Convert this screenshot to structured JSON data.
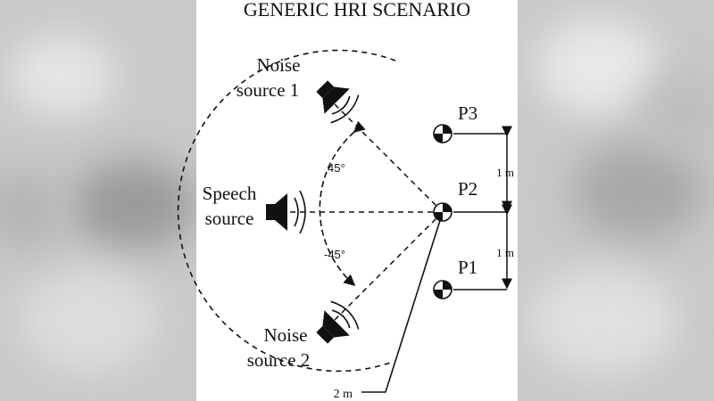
{
  "title": "GENERIC HRI SCENARIO",
  "labels": {
    "noise_source_1": [
      "Noise",
      "source 1"
    ],
    "noise_source_2": [
      "Noise",
      "source 2"
    ],
    "speech_source": [
      "Speech",
      "source"
    ],
    "p1": "P1",
    "p2": "P2",
    "p3": "P3",
    "angle_pos": "45°",
    "angle_neg": "-45°",
    "spacing_upper": "1 m",
    "spacing_lower": "1 m",
    "radius": "2 m"
  },
  "icons": [
    "speaker-icon",
    "target-marker-icon"
  ]
}
